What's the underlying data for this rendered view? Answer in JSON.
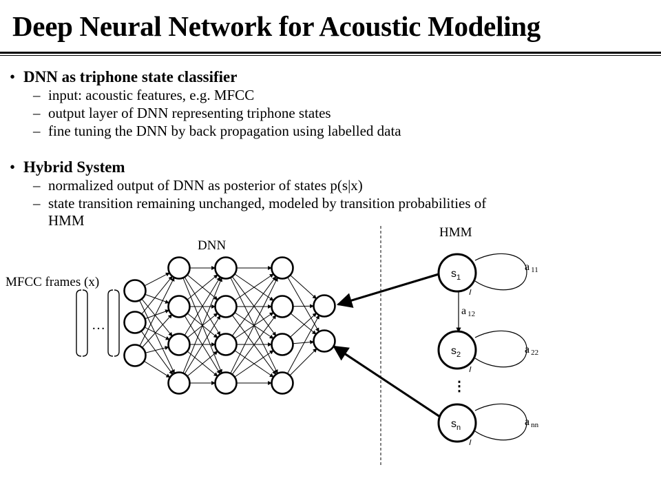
{
  "title": "Deep Neural Network for Acoustic Modeling",
  "sections": [
    {
      "heading": "DNN as triphone state classifier",
      "items": [
        "input: acoustic features, e.g. MFCC",
        "output layer of DNN representing triphone states",
        "fine tuning the DNN by back propagation using labelled data"
      ]
    },
    {
      "heading": "Hybrid System",
      "items": [
        "normalized output of DNN as posterior of states p(s|x)",
        "state transition remaining unchanged, modeled by transition probabilities of"
      ],
      "continuation": "HMM"
    }
  ],
  "diagram": {
    "dnn_label": "DNN",
    "mfcc_label": "MFCC frames (x)",
    "mfcc_ellipsis": "…",
    "hmm_label": "HMM",
    "states": [
      {
        "base": "s",
        "sub": "1",
        "loop_base": "a",
        "loop_sub": "11"
      },
      {
        "base": "s",
        "sub": "2",
        "loop_base": "a",
        "loop_sub": "22"
      },
      {
        "base": "s",
        "sub": "n",
        "loop_base": "a",
        "loop_sub": "nn"
      }
    ],
    "transition_base": "a",
    "transition_sub": "12",
    "state_ellipsis": "⋮"
  }
}
